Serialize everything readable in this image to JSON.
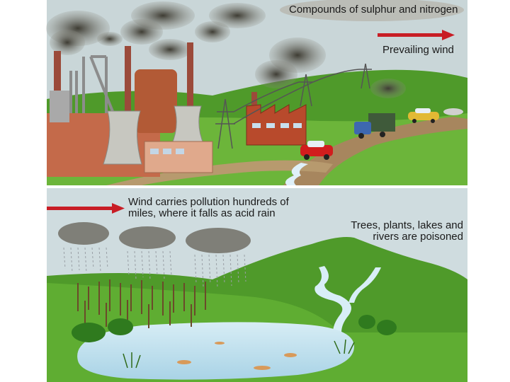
{
  "labels": {
    "compounds": "Compounds of sulphur and nitrogen",
    "prevailing_wind": "Prevailing wind",
    "wind_carries": "Wind carries pollution hundreds of miles, where it falls as acid rain",
    "trees_poisoned": "Trees, plants, lakes and rivers are poisoned"
  },
  "colors": {
    "sky": "#c6d3d6",
    "hill_green": "#4f9a2a",
    "field_green": "#6cb33a",
    "arrow_red": "#c81d25",
    "factory_brick": "#b34a28",
    "smoke": "#4a4a3c",
    "lake": "#bfe0ee"
  }
}
